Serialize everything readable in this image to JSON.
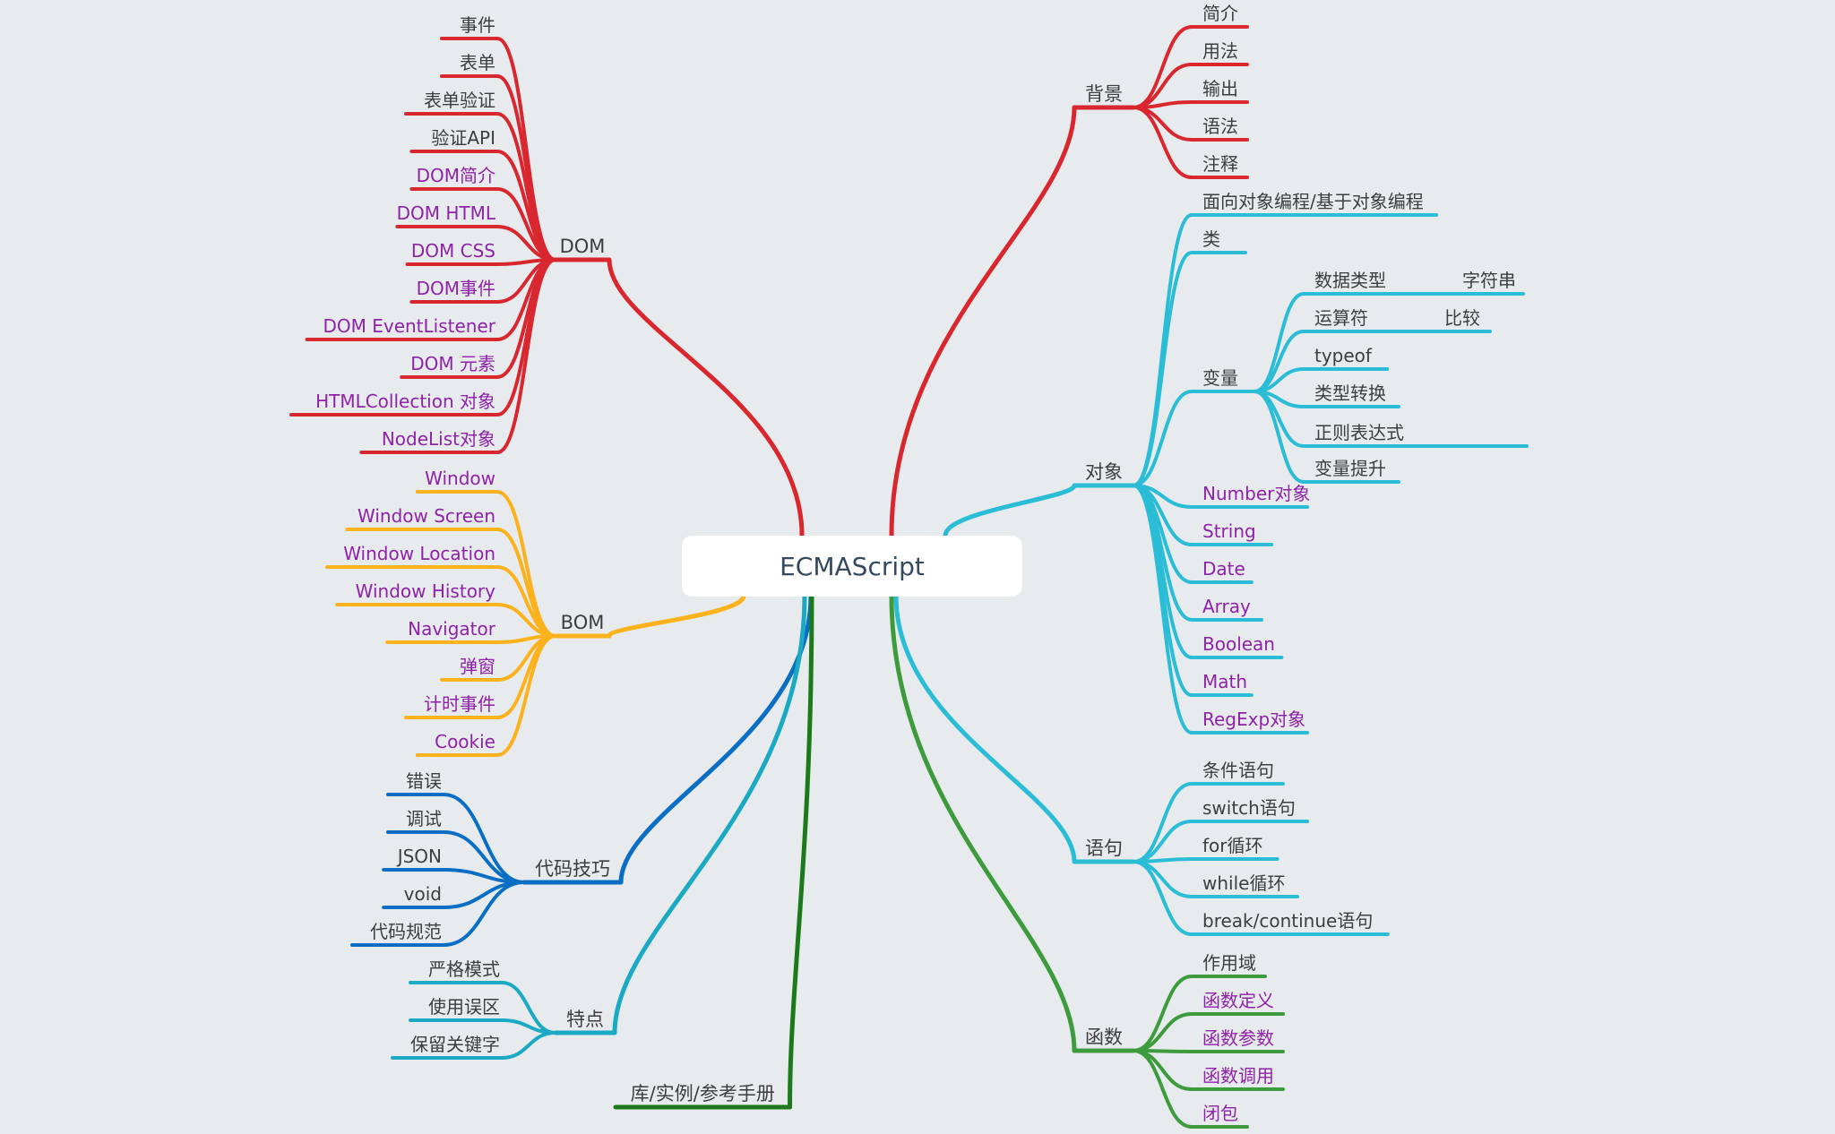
{
  "root": {
    "label": "ECMAScript"
  },
  "colors": {
    "dom": "#d8272f",
    "bom": "#fbb21d",
    "tips": "#0a6fc4",
    "features": "#1ba9c4",
    "libs": "#1c7a1c",
    "background": "#d8272f",
    "objects": "#2bbcd6",
    "statements": "#2bbcd6",
    "functions": "#3d9a3d",
    "text_normal": "#3d3d3d",
    "text_link": "#8e22a8"
  },
  "left_branches": [
    {
      "id": "dom",
      "label": "DOM",
      "color": "dom",
      "children": [
        {
          "label": "事件",
          "link": false
        },
        {
          "label": "表单",
          "link": false
        },
        {
          "label": "表单验证",
          "link": false
        },
        {
          "label": "验证API",
          "link": false
        },
        {
          "label": "DOM简介",
          "link": true
        },
        {
          "label": "DOM HTML",
          "link": true
        },
        {
          "label": "DOM CSS",
          "link": true
        },
        {
          "label": "DOM事件",
          "link": true
        },
        {
          "label": "DOM EventListener",
          "link": true
        },
        {
          "label": "DOM 元素",
          "link": true
        },
        {
          "label": "HTMLCollection 对象",
          "link": true
        },
        {
          "label": "NodeList对象",
          "link": true
        }
      ]
    },
    {
      "id": "bom",
      "label": "BOM",
      "color": "bom",
      "children": [
        {
          "label": "Window",
          "link": true
        },
        {
          "label": "Window Screen",
          "link": true
        },
        {
          "label": "Window Location",
          "link": true
        },
        {
          "label": "Window History",
          "link": true
        },
        {
          "label": "Navigator",
          "link": true
        },
        {
          "label": "弹窗",
          "link": true
        },
        {
          "label": "计时事件",
          "link": true
        },
        {
          "label": "Cookie",
          "link": true
        }
      ]
    },
    {
      "id": "tips",
      "label": "代码技巧",
      "color": "tips",
      "children": [
        {
          "label": "错误",
          "link": false
        },
        {
          "label": "调试",
          "link": false
        },
        {
          "label": "JSON",
          "link": false
        },
        {
          "label": "void",
          "link": false
        },
        {
          "label": "代码规范",
          "link": false
        }
      ]
    },
    {
      "id": "features",
      "label": "特点",
      "color": "features",
      "children": [
        {
          "label": "严格模式",
          "link": false
        },
        {
          "label": "使用误区",
          "link": false
        },
        {
          "label": "保留关键字",
          "link": false
        }
      ]
    },
    {
      "id": "libs",
      "label": "库/实例/参考手册",
      "color": "libs",
      "children": []
    }
  ],
  "right_branches": [
    {
      "id": "background",
      "label": "背景",
      "color": "background",
      "children": [
        {
          "label": "简介",
          "link": false
        },
        {
          "label": "用法",
          "link": false
        },
        {
          "label": "输出",
          "link": false
        },
        {
          "label": "语法",
          "link": false
        },
        {
          "label": "注释",
          "link": false
        }
      ]
    },
    {
      "id": "objects",
      "label": "对象",
      "color": "objects",
      "children": [
        {
          "label": "面向对象编程/基于对象编程",
          "link": false
        },
        {
          "label": "类",
          "link": false
        },
        {
          "label": "变量",
          "link": false,
          "children": [
            {
              "label": "数据类型",
              "link": false,
              "children": [
                {
                  "label": "字符串",
                  "link": false
                }
              ]
            },
            {
              "label": "运算符",
              "link": false,
              "children": [
                {
                  "label": "比较",
                  "link": false
                }
              ]
            },
            {
              "label": "typeof",
              "link": false
            },
            {
              "label": "类型转换",
              "link": false
            },
            {
              "label": "正则表达式",
              "link": false,
              "children": [
                {
                  "label": "",
                  "link": false
                }
              ]
            },
            {
              "label": "变量提升",
              "link": false
            }
          ]
        },
        {
          "label": "Number对象",
          "link": true
        },
        {
          "label": "String",
          "link": true
        },
        {
          "label": "Date",
          "link": true
        },
        {
          "label": "Array",
          "link": true
        },
        {
          "label": "Boolean",
          "link": true
        },
        {
          "label": "Math",
          "link": true
        },
        {
          "label": "RegExp对象",
          "link": true
        }
      ]
    },
    {
      "id": "statements",
      "label": "语句",
      "color": "statements",
      "children": [
        {
          "label": "条件语句",
          "link": false
        },
        {
          "label": "switch语句",
          "link": false
        },
        {
          "label": "for循环",
          "link": false
        },
        {
          "label": "while循环",
          "link": false
        },
        {
          "label": "break/continue语句",
          "link": false
        }
      ]
    },
    {
      "id": "functions",
      "label": "函数",
      "color": "functions",
      "children": [
        {
          "label": "作用域",
          "link": false
        },
        {
          "label": "函数定义",
          "link": true
        },
        {
          "label": "函数参数",
          "link": true
        },
        {
          "label": "函数调用",
          "link": true
        },
        {
          "label": "闭包",
          "link": true
        }
      ]
    }
  ]
}
